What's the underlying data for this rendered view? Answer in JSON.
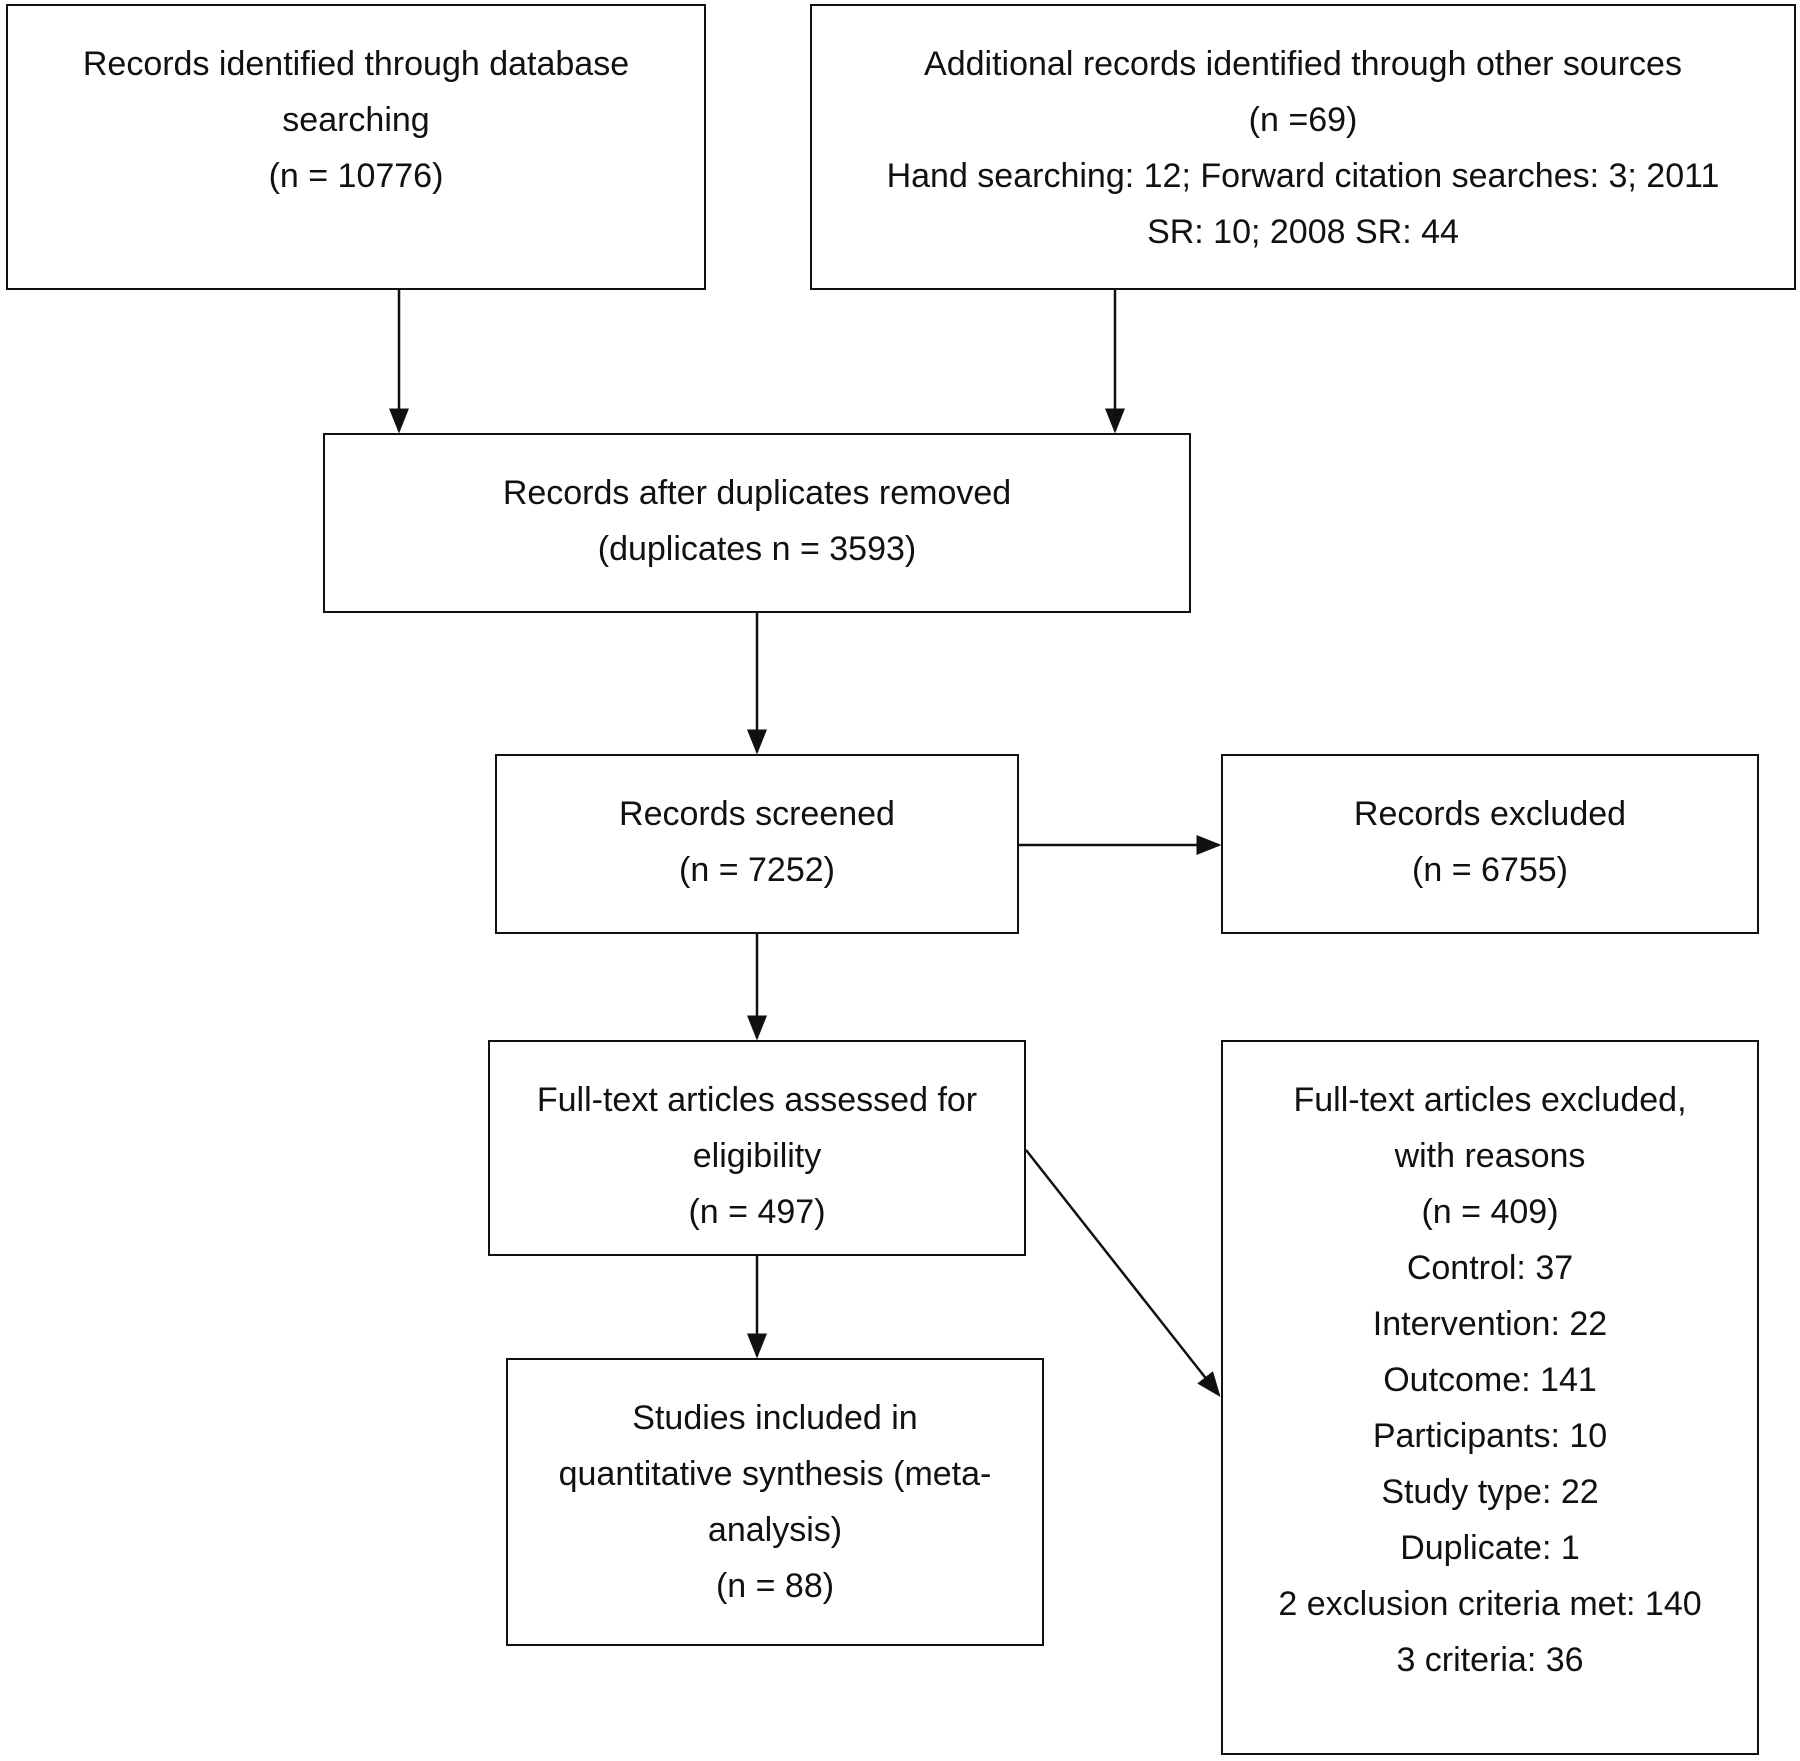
{
  "boxes": {
    "identified_db": {
      "lines": [
        "Records identified through database",
        "searching",
        "(n = 10776)"
      ]
    },
    "identified_other": {
      "lines": [
        "Additional records identified through other sources",
        "(n =69)",
        "Hand searching: 12; Forward citation searches: 3; 2011",
        "SR: 10; 2008 SR: 44"
      ]
    },
    "after_duplicates": {
      "lines": [
        "Records after duplicates removed",
        "(duplicates n = 3593)"
      ]
    },
    "screened": {
      "lines": [
        "Records screened",
        "(n = 7252)"
      ]
    },
    "excluded": {
      "lines": [
        "Records excluded",
        "(n = 6755)"
      ]
    },
    "fulltext_assessed": {
      "lines": [
        "Full-text articles assessed for",
        "eligibility",
        "(n = 497)"
      ]
    },
    "fulltext_excluded": {
      "lines": [
        "Full-text articles excluded,",
        "with reasons",
        "(n = 409)",
        "Control: 37",
        "Intervention: 22",
        "Outcome: 141",
        "Participants: 10",
        "Study type: 22",
        "Duplicate: 1",
        "2 exclusion criteria met: 140",
        "3 criteria: 36"
      ]
    },
    "included": {
      "lines": [
        "Studies included in",
        "quantitative synthesis (meta-",
        "analysis)",
        "(n = 88)"
      ]
    }
  },
  "colors": {
    "stroke": "#111111",
    "background": "#ffffff",
    "text": "#111111"
  }
}
